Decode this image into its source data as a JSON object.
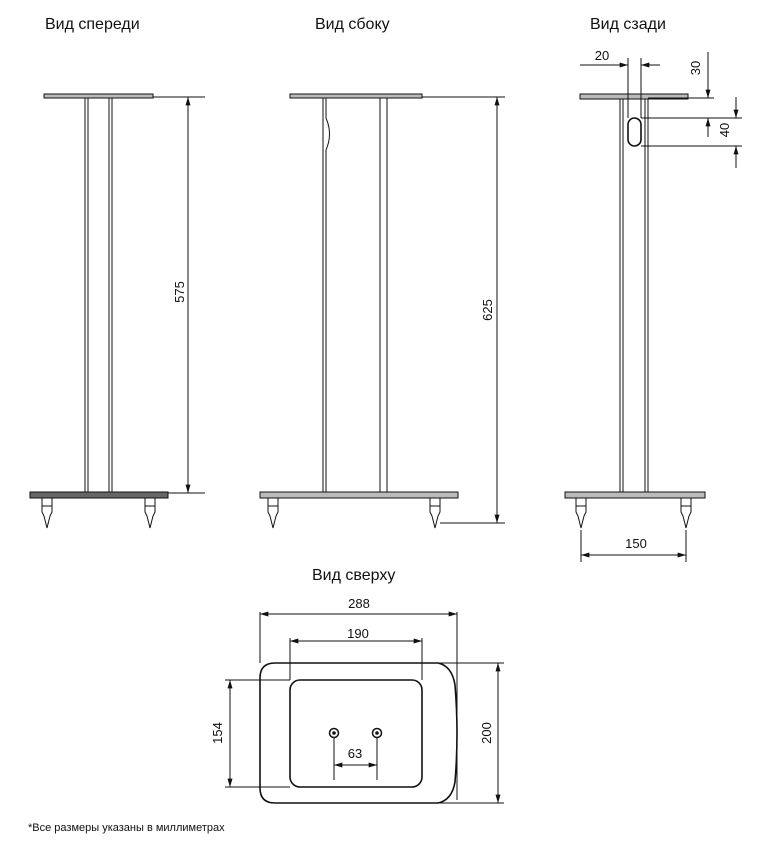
{
  "views": {
    "front": {
      "title": "Вид спереди",
      "height": "575"
    },
    "side": {
      "title": "Вид сбоку",
      "height": "625"
    },
    "back": {
      "title": "Вид сзади",
      "width_20": "20",
      "dim_30": "30",
      "dim_40": "40",
      "feet_span": "150"
    },
    "top": {
      "title": "Вид сверху",
      "outer_width": "288",
      "inner_width": "190",
      "screw_spacing": "63",
      "inner_depth": "154",
      "outer_depth": "200"
    }
  },
  "footnote": "*Все размеры указаны в миллиметрах"
}
